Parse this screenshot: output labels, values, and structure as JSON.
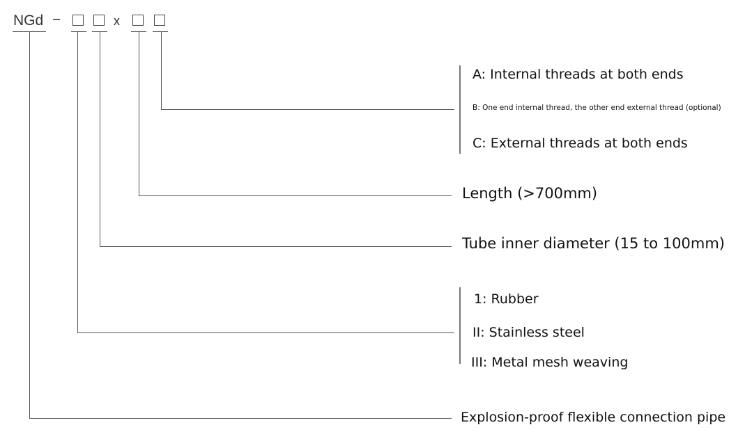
{
  "model_code": {
    "prefix": "NGd",
    "dash": "−",
    "separator": "x"
  },
  "labels": {
    "thread_a": "A: Internal threads at both ends",
    "thread_b": "B: One end internal thread, the other end external thread (optional)",
    "thread_c": "C: External threads at both ends",
    "length": "Length (>700mm)",
    "inner_diameter": "Tube inner diameter (15 to 100mm)",
    "material_1": "1: Rubber",
    "material_2": "II: Stainless steel",
    "material_3": "III: Metal mesh weaving",
    "product": "Explosion-proof flexible connection pipe"
  }
}
